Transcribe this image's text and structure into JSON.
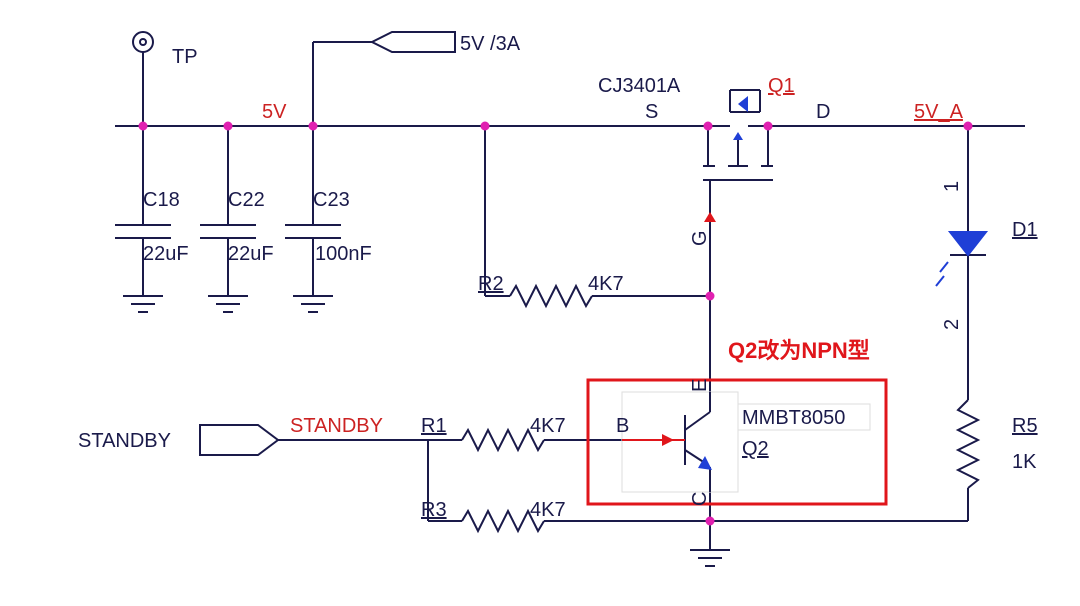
{
  "labels": {
    "tp": "TP",
    "supply_5v3a": "5V /3A",
    "net_5v": "5V",
    "net_5va": "5V_A",
    "c18": "C18",
    "c22": "C22",
    "c23": "C23",
    "c18_val": "22uF",
    "c22_val": "22uF",
    "c23_val": "100nF",
    "q1_part": "CJ3401A",
    "q1_ref": "Q1",
    "q1_s": "S",
    "q1_d": "D",
    "q1_g": "G",
    "d1_ref": "D1",
    "d1_pin1": "1",
    "d1_pin2": "2",
    "r2_ref": "R2",
    "r2_val": "4K7",
    "r1_ref": "R1",
    "r1_val": "4K7",
    "r3_ref": "R3",
    "r3_val": "4K7",
    "r5_ref": "R5",
    "r5_val": "1K",
    "standby_port": "STANDBY",
    "standby_net": "STANDBY",
    "q2_part": "MMBT8050",
    "q2_ref": "Q2",
    "q2_e": "E",
    "q2_c": "C",
    "q2_b": "B",
    "note": "Q2改为NPN型"
  },
  "colors": {
    "wire": "#1a1a4a",
    "junction": "#e020b0",
    "net_label": "#cc2222",
    "annotation_box": "#e0161b",
    "transistor_arrow": "#1f3fd6",
    "gate_arrow": "#e0161b"
  }
}
